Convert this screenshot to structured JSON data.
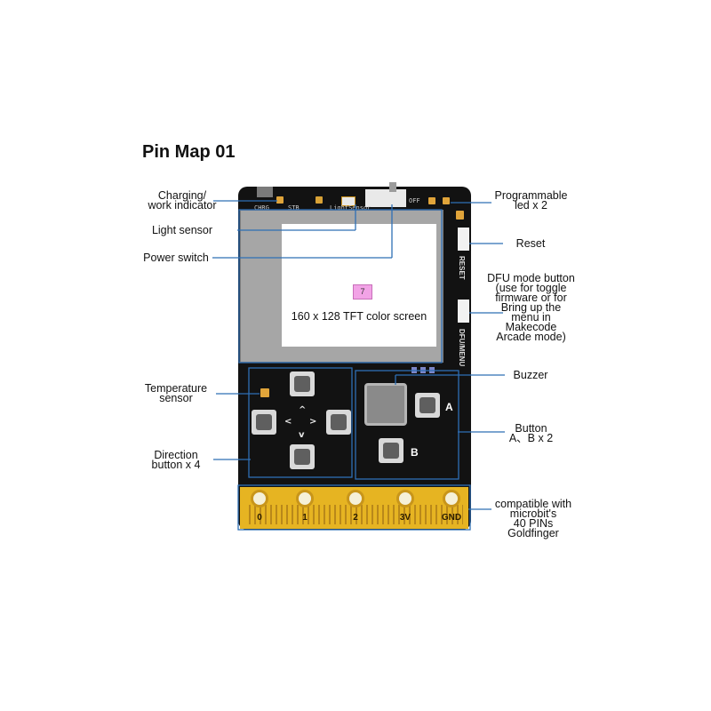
{
  "title": "Pin Map 01",
  "labels": {
    "charging": "Charging/\nwork indicator",
    "light_sensor": "Light sensor",
    "power_switch": "Power switch",
    "temperature": "Temperature\nsensor",
    "direction": "Direction\nbutton x 4",
    "programmable_led": "Programmable\nled x 2",
    "reset": "Reset",
    "dfu": "DFU mode button\n(use for toggle\nfirmware or for\nBring up the\nmenu in\nMakecode\nArcade mode)",
    "buzzer": "Buzzer",
    "button_ab": "Button\nA、B x 2",
    "goldfinger": "compatible with\nmicrobit's\n40 PINs\nGoldfinger"
  },
  "screen": {
    "text": "160 x 128 TFT color screen",
    "badge": "7"
  },
  "silkscreen": {
    "chrg": "CHRG",
    "stb": "STB",
    "light_sensor": "LightSensor",
    "off": "OFF",
    "reset": "RESET",
    "dfu_menu": "DFU/MENU"
  },
  "direction_arrows": {
    "up": "^",
    "down": "v",
    "left": "<",
    "right": ">"
  },
  "buttons": {
    "a": "A",
    "b": "B"
  },
  "pins": [
    "0",
    "1",
    "2",
    "3V",
    "GND"
  ],
  "colors": {
    "leader_line": "#2e6fb5",
    "board": "#121212",
    "goldfinger": "#e6b422"
  }
}
